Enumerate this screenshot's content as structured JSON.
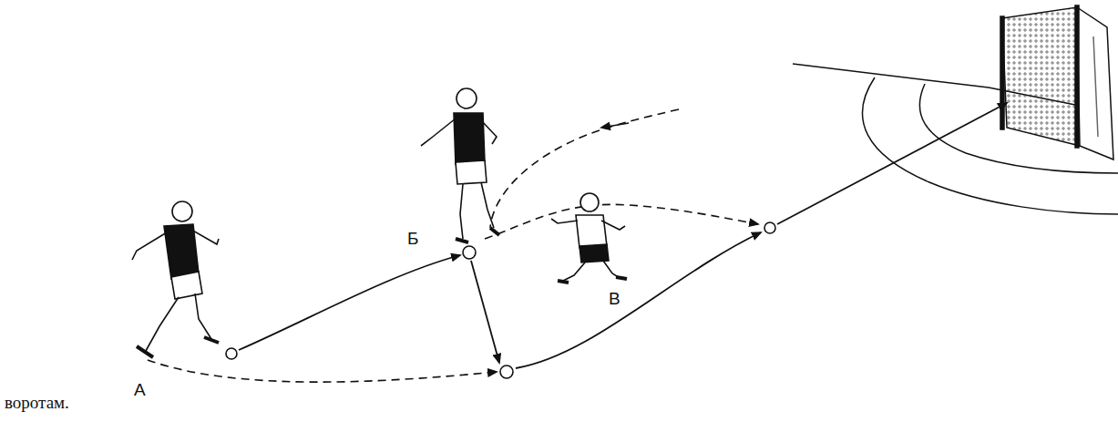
{
  "diagram": {
    "labels": [
      "воротам.",
      "А",
      "Б",
      "В"
    ]
  }
}
